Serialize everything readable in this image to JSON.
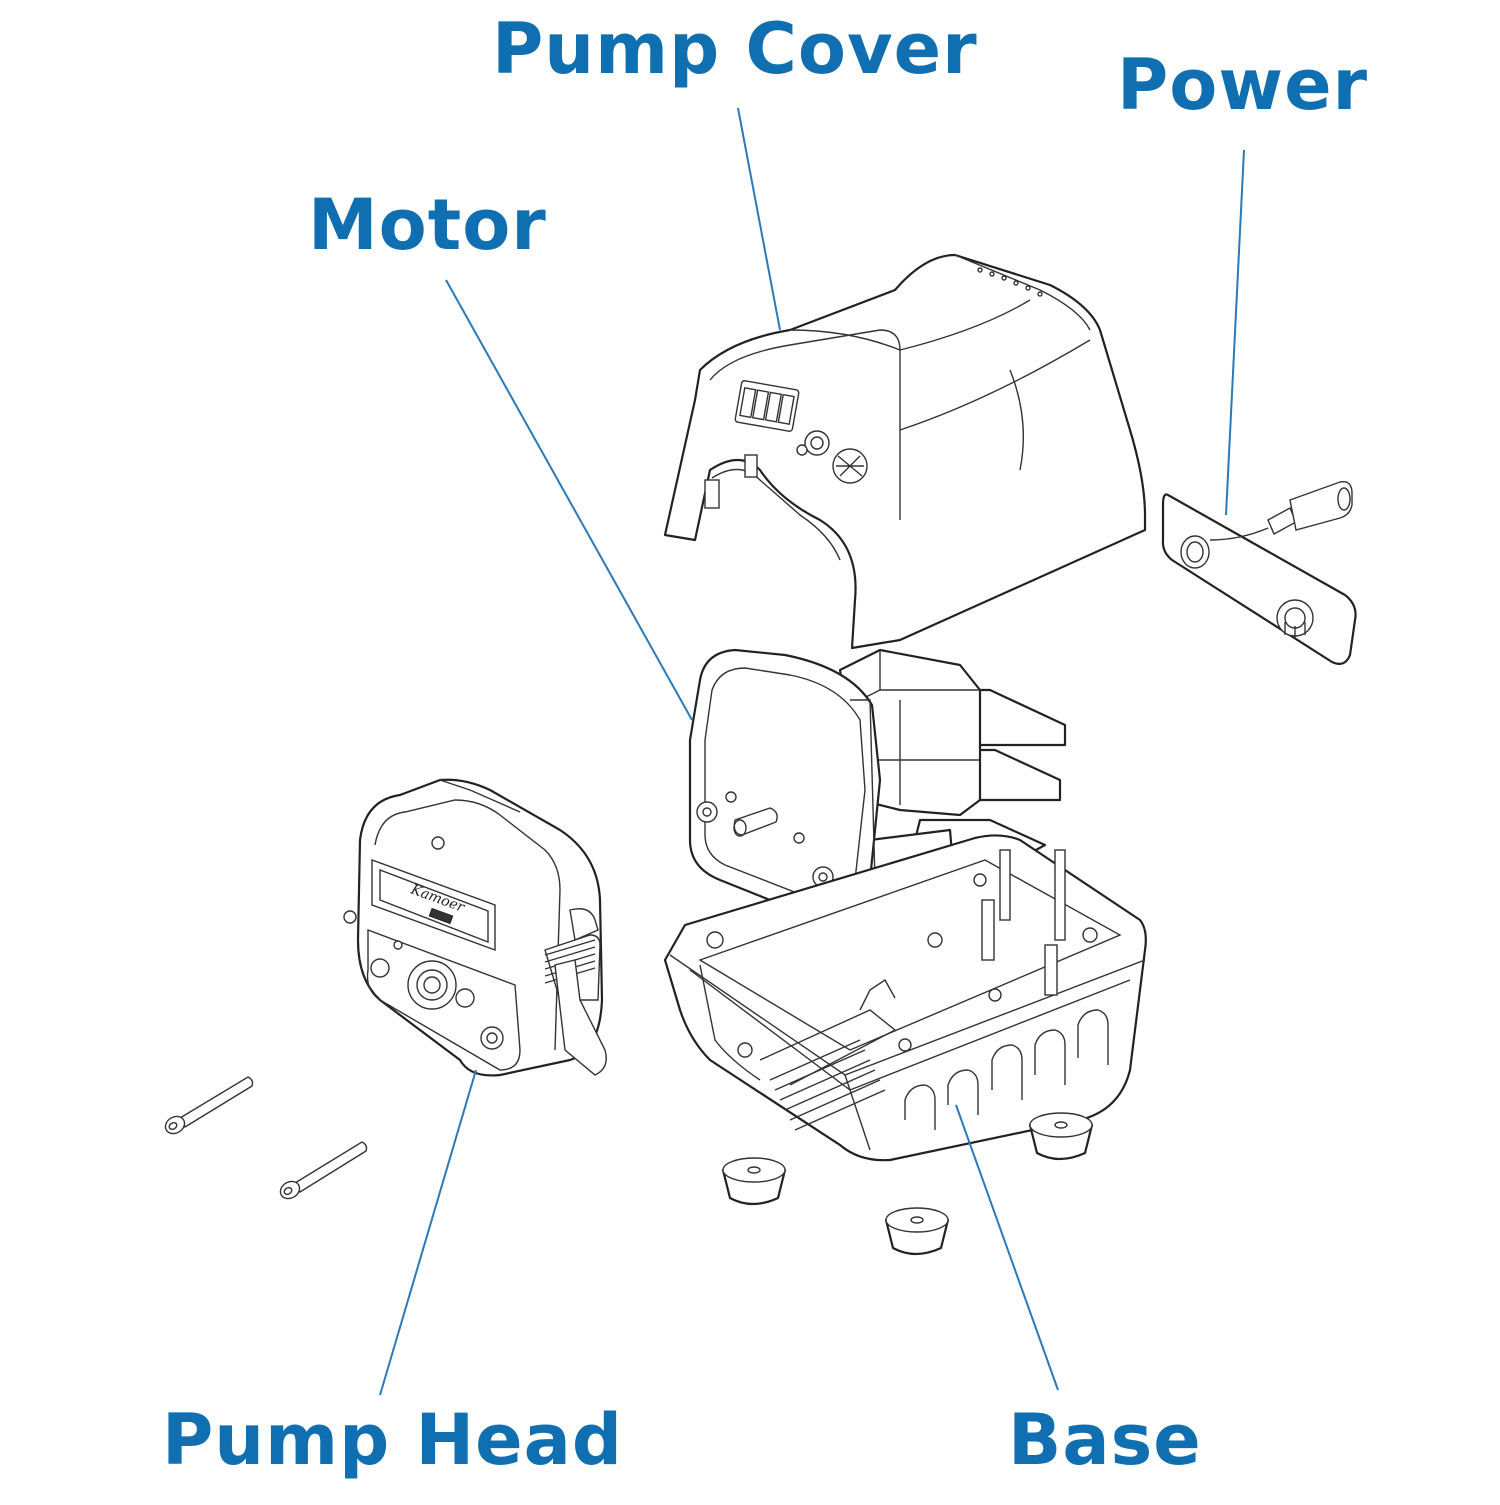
{
  "colors": {
    "label": "#0f6fb0",
    "leader": "#2a7ab8",
    "line_art": "#222222"
  },
  "labels": {
    "pump_cover": "Pump Cover",
    "power": "Power",
    "motor": "Motor",
    "pump_head": "Pump Head",
    "base": "Base"
  }
}
